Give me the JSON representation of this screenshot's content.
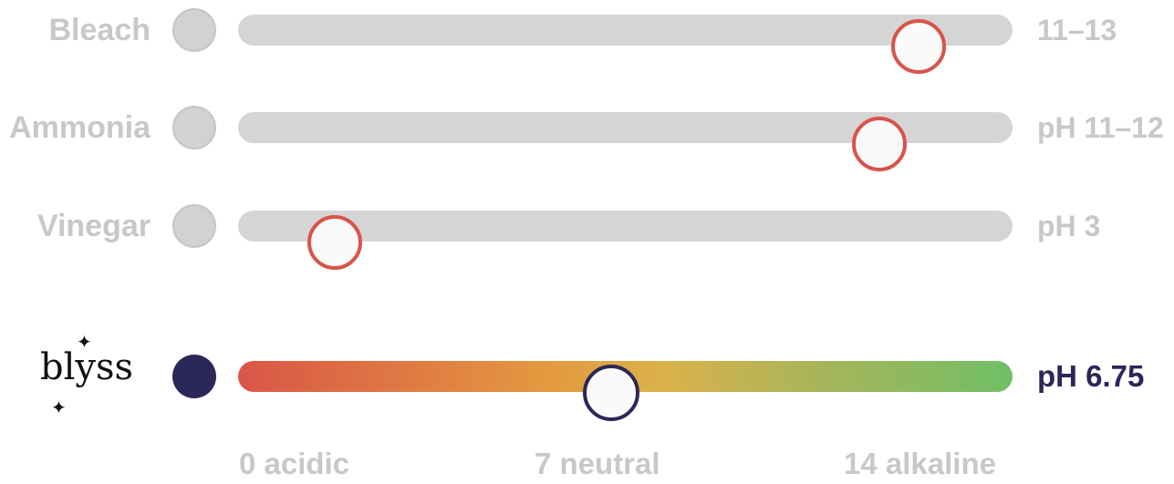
{
  "scale": {
    "min": 0,
    "max": 14
  },
  "rows": [
    {
      "label": "Bleach",
      "ph": 12.3,
      "value_text": "11–13"
    },
    {
      "label": "Ammonia",
      "ph": 11.6,
      "value_text": "pH 11–12"
    },
    {
      "label": "Vinegar",
      "ph": 1.75,
      "value_text": "pH 3"
    }
  ],
  "brand": {
    "name": "blyss",
    "ph": 6.75,
    "value_text": "pH 6.75"
  },
  "axis": {
    "left": "0 acidic",
    "middle": "7 neutral",
    "right": "14 alkaline"
  },
  "colors": {
    "muted": "#c8c8c8",
    "track": "#d5d5d5",
    "alert": "#d9534a",
    "brand": "#2b2758",
    "gradient": [
      "#da5548",
      "#e4993f",
      "#d9b24a",
      "#a9b45a",
      "#6fbf66"
    ]
  }
}
